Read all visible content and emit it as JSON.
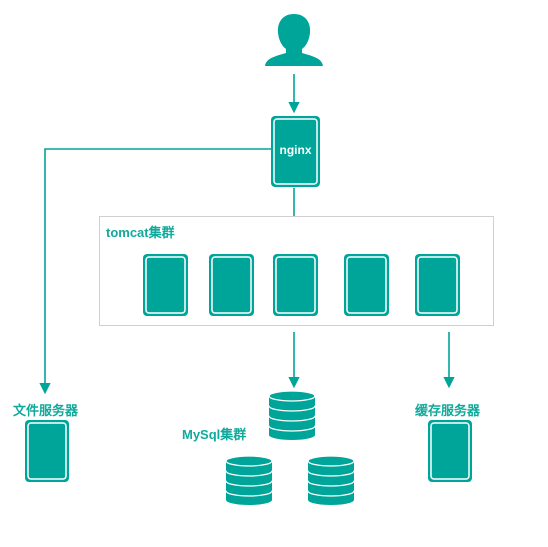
{
  "nginx": {
    "label": "nginx"
  },
  "tomcat_cluster": {
    "label": "tomcat集群",
    "node_count": 5
  },
  "file_server": {
    "label": "文件服务器"
  },
  "mysql_cluster": {
    "label": "MySql集群"
  },
  "cache_server": {
    "label": "缓存服务器"
  },
  "colors": {
    "teal": "#00a59a",
    "teal_dark": "#0a7f76",
    "border": "#d0d0d0"
  }
}
